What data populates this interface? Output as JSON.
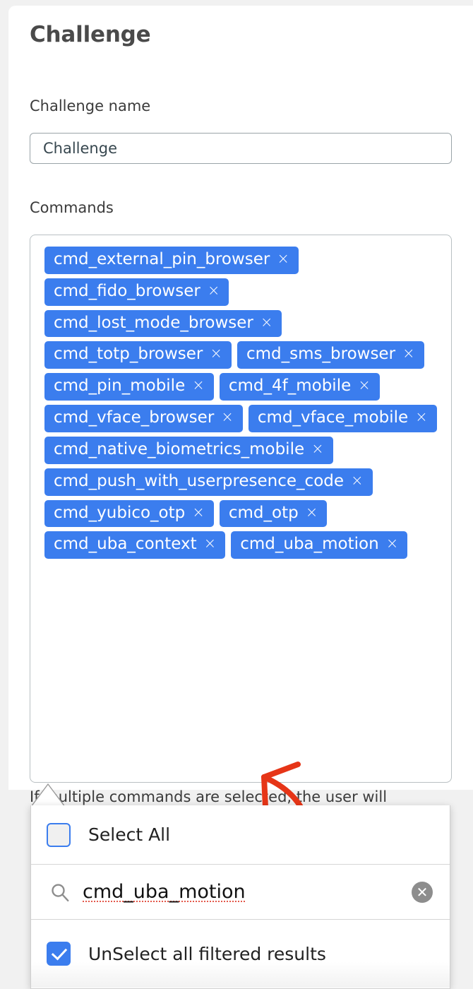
{
  "theme": {
    "chip_blue": "#3b7dee",
    "checkbox_blue": "#3b7dee",
    "annotation_red": "#e63517",
    "page_bg": "#f1f1f1",
    "card_bg": "#ffffff"
  },
  "page": {
    "title": "Challenge"
  },
  "form": {
    "challenge_name": {
      "label": "Challenge name",
      "value": "Challenge",
      "placeholder": "Challenge"
    },
    "commands": {
      "label": "Commands",
      "helper_text": "If multiple commands are selected, the user will",
      "remove_glyph": "×",
      "chips": [
        {
          "label": "cmd_external_pin_browser"
        },
        {
          "label": "cmd_fido_browser"
        },
        {
          "label": "cmd_lost_mode_browser"
        },
        {
          "label": "cmd_totp_browser"
        },
        {
          "label": "cmd_sms_browser"
        },
        {
          "label": "cmd_pin_mobile"
        },
        {
          "label": "cmd_4f_mobile"
        },
        {
          "label": "cmd_vface_browser"
        },
        {
          "label": "cmd_vface_mobile"
        },
        {
          "label": "cmd_native_biometrics_mobile"
        },
        {
          "label": "cmd_push_with_userpresence_code"
        },
        {
          "label": "cmd_yubico_otp"
        },
        {
          "label": "cmd_otp"
        },
        {
          "label": "cmd_uba_context"
        },
        {
          "label": "cmd_uba_motion"
        }
      ]
    }
  },
  "dropdown": {
    "select_all": {
      "label": "Select All",
      "checked": false
    },
    "search": {
      "value": "cmd_uba_motion",
      "placeholder": "",
      "icon": "search-icon",
      "clear_glyph": "✕"
    },
    "unselect_filtered": {
      "label": "UnSelect all filtered results",
      "checked": true
    }
  },
  "annotation": {
    "type": "red-curved-arrow",
    "color": "#e63517"
  }
}
